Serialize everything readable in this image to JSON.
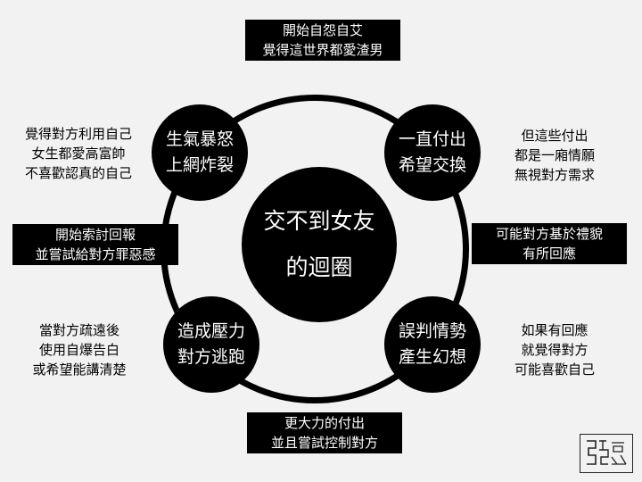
{
  "center": {
    "line1": "交不到女友",
    "line2": "的迴圈"
  },
  "nodes": {
    "top_left": [
      "生氣暴怒",
      "上網炸裂"
    ],
    "top_right": [
      "一直付出",
      "希望交換"
    ],
    "bottom_right": [
      "誤判情勢",
      "產生幻想"
    ],
    "bottom_left": [
      "造成壓力",
      "對方逃跑"
    ]
  },
  "boxes": {
    "top": [
      "開始自怨自艾",
      "覺得這世界都愛渣男"
    ],
    "right": [
      "可能對方基於禮貌",
      "有所回應"
    ],
    "bottom": [
      "更大力的付出",
      "並且嘗試控制對方"
    ],
    "left": [
      "開始索討回報",
      "並嘗試給對方罪惡感"
    ]
  },
  "notes": {
    "top_left": [
      "覺得對方利用自己",
      "女生都愛高富帥",
      "不喜歡認真的自己"
    ],
    "top_right": [
      "但這些付出",
      "都是一廂情願",
      "無視對方需求"
    ],
    "bottom_right": [
      "如果有回應",
      "就覺得對方",
      "可能喜歡自己"
    ],
    "bottom_left": [
      "當對方疏遠後",
      "使用自爆告白",
      "或希望能講清楚"
    ]
  }
}
